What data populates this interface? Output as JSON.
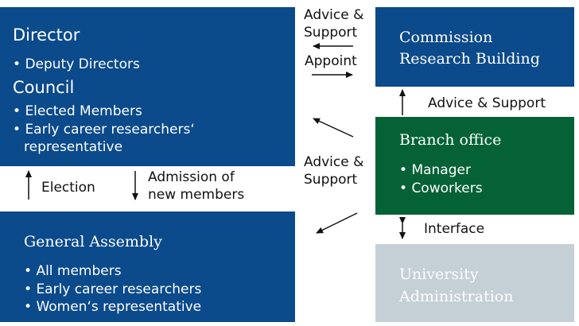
{
  "director_box": {
    "title": "Director",
    "items": [
      "Deputy Directors"
    ],
    "council_title": "Council",
    "council_items": [
      "Elected Members",
      "Early career researchers‘ representative"
    ]
  },
  "assembly_box": {
    "title": "General Assembly",
    "items": [
      "All members",
      "Early career researchers",
      "Women‘s representative"
    ]
  },
  "commission_box": {
    "line1": "Commission",
    "line2": "Research Building"
  },
  "branch_box": {
    "title": "Branch office",
    "items": [
      "Manager",
      "Coworkers"
    ]
  },
  "university_box": {
    "line1": "University",
    "line2": "Administration"
  },
  "labels": {
    "advice_support_top_1": "Advice &",
    "advice_support_top_2": "Support",
    "appoint": "Appoint",
    "advice_support_right": "Advice & Support",
    "advice_support_mid_1": "Advice &",
    "advice_support_mid_2": "Support",
    "election": "Election",
    "admission_1": "Admission of",
    "admission_2": "new members",
    "interface": "Interface"
  },
  "colors": {
    "navy": "#0b4a8b",
    "green": "#056236",
    "grey": "#c5cfd6"
  }
}
